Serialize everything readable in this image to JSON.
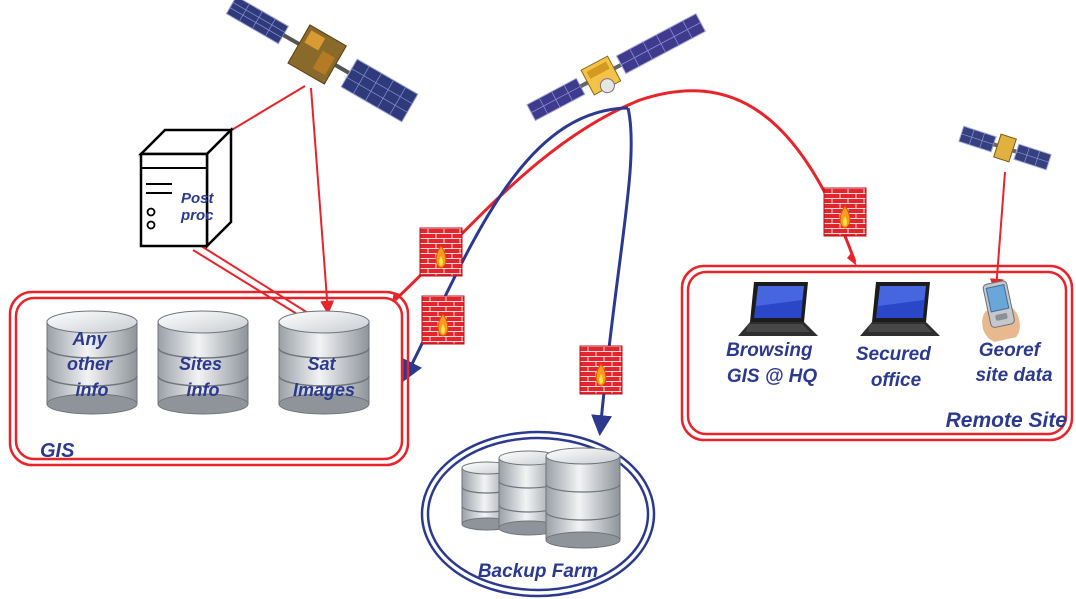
{
  "gis": {
    "title": "GIS",
    "db_any": [
      "Any",
      "other",
      "info"
    ],
    "db_sites": [
      "Sites",
      "info"
    ],
    "db_sat": [
      "Sat",
      "Images"
    ]
  },
  "postproc": {
    "label": [
      "Post",
      "proc"
    ]
  },
  "remote": {
    "title": "Remote Site",
    "browsing": [
      "Browsing",
      "GIS @ HQ"
    ],
    "secured": [
      "Secured",
      "office"
    ],
    "georef": [
      "Georef",
      "site data"
    ]
  },
  "backup": {
    "title": "Backup Farm"
  },
  "colors": {
    "red": "#e8232a",
    "blue": "#2b3a8f",
    "label": "#2b3a8f"
  },
  "icons": [
    "satellite-icon",
    "server-icon",
    "database-icon",
    "firewall-icon",
    "laptop-icon",
    "pda-icon"
  ]
}
